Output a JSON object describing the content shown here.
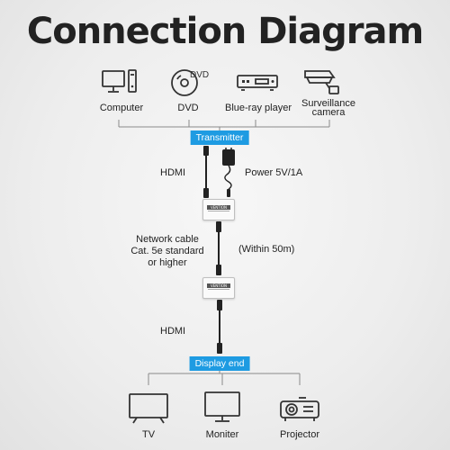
{
  "title": "Connection Diagram",
  "sources": [
    {
      "label": "Computer",
      "icon": "computer-icon"
    },
    {
      "label": "DVD",
      "icon": "dvd-disc-icon"
    },
    {
      "label": "Blue-ray player",
      "icon": "bluray-player-icon"
    },
    {
      "label": "Surveillance camera",
      "icon": "surveillance-camera-icon"
    }
  ],
  "dvd_icon_text": "DVD",
  "transmitter_label": "Transmitter",
  "hdmi_top_label": "HDMI",
  "power_label": "Power 5V/1A",
  "device_brand": "VENTION",
  "network_cable_label": [
    "Network cable",
    "Cat. 5e standard",
    "or higher"
  ],
  "distance_label": "(Within 50m)",
  "hdmi_bottom_label": "HDMI",
  "display_label": "Display end",
  "destinations": [
    {
      "label": "TV",
      "icon": "tv-icon"
    },
    {
      "label": "Moniter",
      "icon": "monitor-icon"
    },
    {
      "label": "Projector",
      "icon": "projector-icon"
    }
  ],
  "colors": {
    "accent": "#1e9be2",
    "line": "#8a8a8a",
    "icon": "#333333",
    "title": "#222222"
  }
}
